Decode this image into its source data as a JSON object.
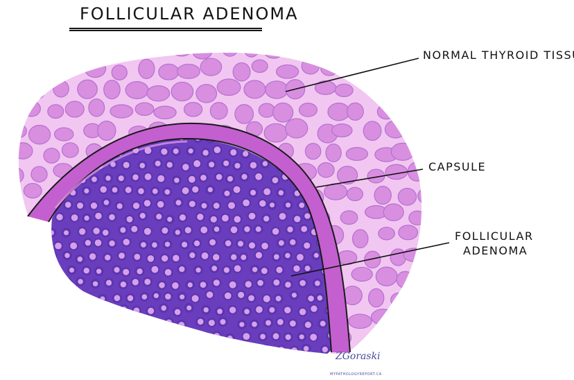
{
  "title": "Follicular Adenoma",
  "labels": {
    "normal_tissue": "Normal Thyroid Tissue",
    "capsule": "Capsule",
    "adenoma_line1": "Follicular",
    "adenoma_line2": "Adenoma"
  },
  "signature": {
    "name": "ZGoraski",
    "site": "mypathologyreport.ca"
  },
  "colors": {
    "normal_tissue_bg": "#f1c6f0",
    "normal_follicle": "#d88fe0",
    "normal_follicle_edge": "#b46fd0",
    "capsule": "#c45fd0",
    "capsule_dark": "#a63fb8",
    "adenoma_bg": "#6a3dbd",
    "adenoma_dot": "#5a35b0",
    "adenoma_lumen": "#d7a0ea"
  }
}
